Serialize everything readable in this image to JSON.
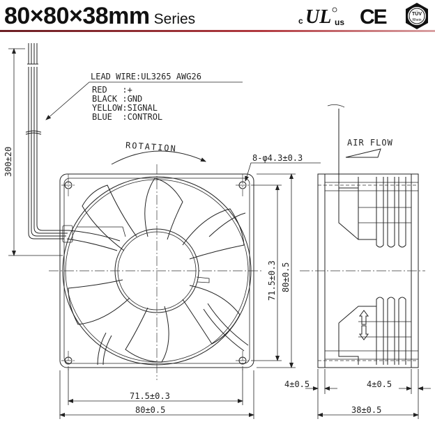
{
  "header": {
    "model": "80×80×38mm",
    "series": "Series",
    "certifications": {
      "ul_prefix": "c",
      "ul_mark": "UL",
      "ul_suffix": "us",
      "ce": "CE",
      "tuv_top": "TÜV",
      "tuv_bottom": "Rhein"
    }
  },
  "drawing": {
    "lead_wire": {
      "title": "LEAD WIRE:UL3265 AWG26",
      "wires": [
        "RED   :+",
        "BLACK :GND",
        "YELLOW:SIGNAL",
        "BLUE  :CONTROL"
      ],
      "length": "300±20"
    },
    "rotation_label": "ROTATION",
    "air_flow_label": "AIR FLOW",
    "holes": "8-φ4.3±0.3",
    "dimensions": {
      "hole_pitch_v": "71.5±0.3",
      "height": "80±0.5",
      "hole_pitch_h": "71.5±0.3",
      "width": "80±0.5",
      "flange_left": "4±0.5",
      "flange_right": "4±0.5",
      "depth": "38±0.5"
    },
    "colors": {
      "line": "#222222",
      "header_rule": "#b23a40"
    }
  }
}
